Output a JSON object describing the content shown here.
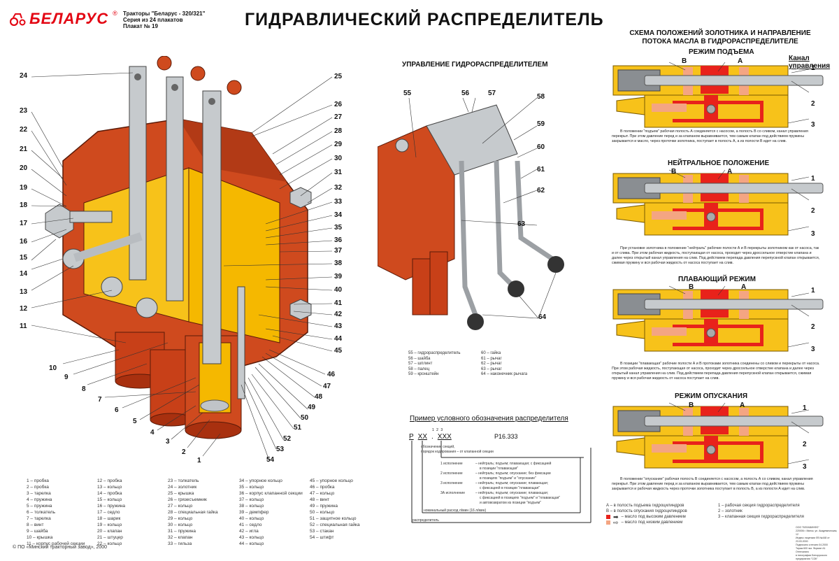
{
  "header": {
    "brand": "БЕЛАРУС",
    "brand_reg": "®",
    "series_lines": [
      "Тракторы \"Беларус - 320/321\"",
      "Серия из 24 плакатов",
      "Плакат № 19"
    ],
    "title": "ГИДРАВЛИЧЕСКИЙ РАСПРЕДЕЛИТЕЛЬ"
  },
  "main_figure": {
    "callouts_left": [
      "24",
      "23",
      "22",
      "21",
      "20",
      "19",
      "18",
      "17",
      "16",
      "15",
      "14",
      "13",
      "12",
      "11",
      "10",
      "9",
      "8",
      "7",
      "6",
      "5",
      "4",
      "3",
      "2",
      "1"
    ],
    "callouts_right": [
      "25",
      "26",
      "27",
      "28",
      "29",
      "30",
      "31",
      "32",
      "33",
      "34",
      "35",
      "36",
      "37",
      "38",
      "39",
      "40",
      "41",
      "42",
      "43",
      "44",
      "45",
      "46",
      "47",
      "48",
      "49",
      "50",
      "51",
      "52",
      "53",
      "54"
    ]
  },
  "control": {
    "title": "УПРАВЛЕНИЕ ГИДРОРАСПРЕДЕЛИТЕЛЕМ",
    "callouts": [
      "55",
      "56",
      "57",
      "58",
      "59",
      "60",
      "61",
      "62",
      "63",
      "64"
    ],
    "parts_left": [
      "55 – гидрораспределитель",
      "56 – шайба",
      "57 – шплинт",
      "58 – палец",
      "59 – кронштейн"
    ],
    "parts_right": [
      "60 – гайка",
      "61 – рычаг",
      "62 – рычаг",
      "63 – рычаг",
      "64 – наконечник рычага"
    ]
  },
  "parts_list": {
    "col1": [
      "1 – пробка",
      "2 – пробка",
      "3 – тарелка",
      "4 – пружина",
      "5 – пружина",
      "6 – толкатель",
      "7 – тарелка",
      "8 – винт",
      "9 – шайба",
      "10 – крышка",
      "11 – корпус рабочей секции"
    ],
    "col2": [
      "12 – пробка",
      "13 – кольцо",
      "14 – пробка",
      "15 – кольцо",
      "16 – пружина",
      "17 – седло",
      "18 – шарик",
      "19 – кольцо",
      "20 – клапан",
      "21 – штуцер",
      "22 – кольцо"
    ],
    "col3": [
      "23 – толкатель",
      "24 – золотник",
      "25 – крышка",
      "26 – грязесъемник",
      "27 – кольцо",
      "28 – специальная гайка",
      "29 – кольцо",
      "30 – кольцо",
      "31 – пружина",
      "32 – клапан",
      "33 – гильза"
    ],
    "col4": [
      "34 – упорное кольцо",
      "35 – кольцо",
      "36 – корпус клапанной секции",
      "37 – кольцо",
      "38 – кольцо",
      "39 – демпфер",
      "40 – кольцо",
      "41 – седло",
      "42 – игла",
      "43 – кольцо",
      "44 – кольцо"
    ],
    "col5": [
      "45 – упорное кольцо",
      "46 – пробка",
      "47 – кольцо",
      "48 – винт",
      "49 – пружина",
      "50 – кольцо",
      "51 – защитное кольцо",
      "52 – специальная гайка",
      "53 – стакан",
      "54 – штифт"
    ]
  },
  "designation": {
    "heading": "Пример условного обозначения распределителя",
    "code_p": "Р",
    "code_xx": "ХХ",
    "code_dot": ".",
    "code_xxx": "ХХХ",
    "code_sup": "1 2 3",
    "example": "Р16.333",
    "section_note": [
      "обозначение секций,",
      "порядок кодирования – от клапанной секции"
    ],
    "variants": [
      {
        "name": "1 исполнение",
        "desc": [
          "– нейтраль; подъем; плавающая; с фиксацией",
          "в позиции \"плавающая\""
        ]
      },
      {
        "name": "2 исполнение",
        "desc": [
          "– нейтраль; подъем; опускание; без фиксации",
          "в позициях \"подъем\" и \"опускание\""
        ]
      },
      {
        "name": "3 исполнение",
        "desc": [
          "– нейтраль; подъем; опускание; плавающая;",
          "с фиксацией в позиции \"плавающая\""
        ]
      },
      {
        "name": "3А исполнение",
        "desc": [
          "– нейтраль; подъем; опускание; плавающая;",
          "с фиксацией в позициях \"подъем\" и \"плавающая\"",
          "и автовозвратом из позиции \"подъем\""
        ]
      }
    ],
    "flow_note": "номинальный расход л/мин (16 л/мин)",
    "distributor_note": "распределитель"
  },
  "scheme": {
    "title_lines": [
      "СХЕМА ПОЛОЖЕНИЙ ЗОЛОТНИКА И НАПРАВЛЕНИЕ",
      "ПОТОКА МАСЛА В ГИДРОРАСПРЕДЕЛИТЕЛЕ"
    ],
    "control_channel": "Канал управления",
    "label_a": "А",
    "label_b": "В",
    "callout_1": "1",
    "callout_2": "2",
    "callout_3": "3",
    "modes": [
      {
        "title": "РЕЖИМ ПОДЪЕМА",
        "text": "В положении \"подъем\" рабочая полость А соединяется с насосом, а полость В со сливом, канал управления перекрыт. При этом давление перед и за клапаном выравнивается, тем самым клапан под действием пружины закрывается и масло, через проточки золотника, поступает в полость А, а из полости В идет на слив."
      },
      {
        "title": "НЕЙТРАЛЬНОЕ ПОЛОЖЕНИЕ",
        "text": "При установке золотника в положение \"нейтраль\" рабочие полости А и В перекрыты золотником как от насоса, так и от слива. При этом рабочая жидкость, поступающая от насоса, проходит через дроссельное отверстие клапана и далее через открытый канал управления на слив. Под действием перепада давления перепускной клапан открывается, сжимая пружину и вся рабочая жидкость от насоса поступает на слив."
      },
      {
        "title": "ПЛАВАЮЩИЙ РЕЖИМ",
        "text": "В позиции \"плавающая\" рабочие полости А и В протоками золотника соединены со сливом и перекрыты от насоса. При этом рабочая жидкость, поступающая от насоса, проходит через дроссельное отверстие клапана и далее через открытый канал управления на слив. Под действием перепада давления перепускной клапан открывается, сжимая пружину и вся рабочая жидкость от насоса поступает на слив."
      },
      {
        "title": "РЕЖИМ ОПУСКАНИЯ",
        "text": "В положении \"опускание\" рабочая полость В соединяется с насосом, а полость А со сливом, канал управления перекрыт. При этом давление перед и за клапаном выравнивается, тем самым клапан под действием пружины закрывается и рабочая жидкость через проточки золотника поступает в полость В, а из полости А идет на слив."
      }
    ],
    "legend_left": [
      "А – в полость подъема гидроцилиндров",
      "В – в полость опускания гидроцилиндров",
      "– масло под высоким давлением",
      "– масло под низким давлением"
    ],
    "legend_right": [
      "1 – рабочая секция гидрораспределителя",
      "2 – золотник",
      "3 – клапанная секция гидрораспределителя"
    ],
    "colors": {
      "high_pressure": "#e8221b",
      "low_pressure": "#f4a582",
      "body": "#f7c21a",
      "housing": "#d4451c",
      "steel": "#b8bcc0"
    }
  },
  "footer": {
    "copyright": "© ПО «Минский тракторный завод», 2000",
    "imprint": [
      "ООО \"БЕЛАВИНФО\"",
      "220006 г. Минск, ул. Академическая, 12",
      "Индекс лицензии ЛВ №448 от 23.03.2000",
      "Подписано к печати 04.2000",
      "Тираж 600 экз. Формат А1",
      "Отпечатано",
      "в типографии Белорусского",
      "предприятия \"СОК\""
    ]
  }
}
